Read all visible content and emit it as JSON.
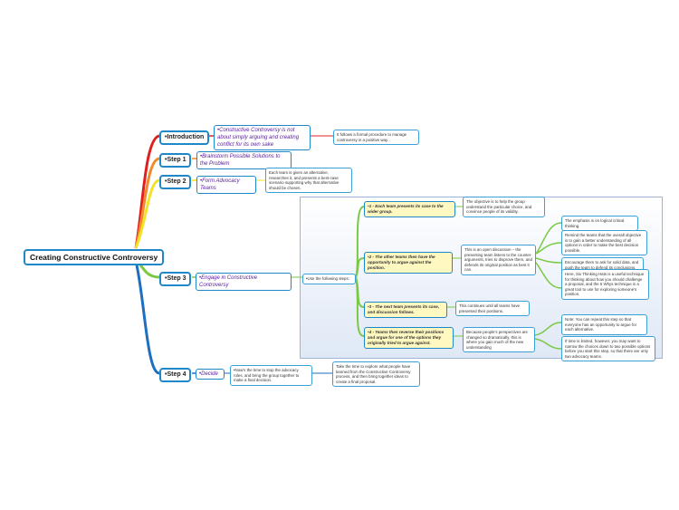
{
  "root": {
    "title": "Creating Constructive Controversy"
  },
  "steps": [
    {
      "label": "Introduction"
    },
    {
      "label": "Step 1"
    },
    {
      "label": "Step 2"
    },
    {
      "label": "Step 3"
    },
    {
      "label": "Step 4"
    }
  ],
  "step_labels": {
    "intro": "Constructive Controversy is not about simply arguing and creating conflict for its own sake",
    "step1": "Brainstorm Possible Solutions to the Problem",
    "step2": "Form Advocacy Teams",
    "step3": "Engage in Constructive Controversy",
    "step4": "Decide"
  },
  "notes": {
    "intro": "It follows a formal procedure to manage controversy in a positive way.",
    "step2": "Each team is given an alternative, researches it, and presents a best-case scenario supporting why that alternative should be chosen.",
    "step3_lead": "Use the following steps:",
    "step4_a": "Now's the time to stop the advocacy roles, and bring the group together to make a final decision.",
    "step4_b": "Take the time to explore what people have learned from the Constructive Controversy process, and then bring together ideas to create a final proposal."
  },
  "substeps": [
    {
      "label": "1 - Each team presents its case to the wider group.",
      "note": "The objective is to help the group understand the particular choice, and convince people of its validity."
    },
    {
      "label": "2 - The other teams then have the opportunity to argue against the position.",
      "note": "This is an open discussion – the presenting team listens to the counter-arguments, tries to disprove them, and defends its original position as best it can."
    },
    {
      "label": "3 - The next team presents its case, and discussion follows.",
      "note": "This continues until all teams have presented their positions."
    },
    {
      "label": "4 - Teams then reverse their positions and argue for one of the options they originally tried to argue against.",
      "note": "Because people's perspectives are changed so dramatically, this is where you gain much of the new understanding"
    }
  ],
  "sub_notes_2": [
    "The emphasis is on logical critical thinking.",
    "Remind the teams that the overall objective is to gain a better understanding of all options in order to make the best decision possible.",
    "Encourage them to ask for solid data, and push the team to defend its conclusions.",
    "Here, Six Thinking Hats is a useful technique for thinking about how you should challenge a proposal, and the 5 Whys technique is a great tool to use for exploring someone's position."
  ],
  "sub_notes_4": [
    "Note: You can repeat this step so that everyone has an opportunity to argue for each alternative.",
    "If time is limited, however, you may want to narrow the choices down to two possible options before you start this step, so that there are only two advocacy teams."
  ],
  "colors": {
    "intro_branch": "#e02020",
    "step1_branch": "#f08a2a",
    "step2_branch": "#f3e22a",
    "step3_branch": "#7ac943",
    "step4_branch": "#1e6fc0",
    "node_border": "#1e88c8",
    "label_text": "#5a1aa0"
  }
}
